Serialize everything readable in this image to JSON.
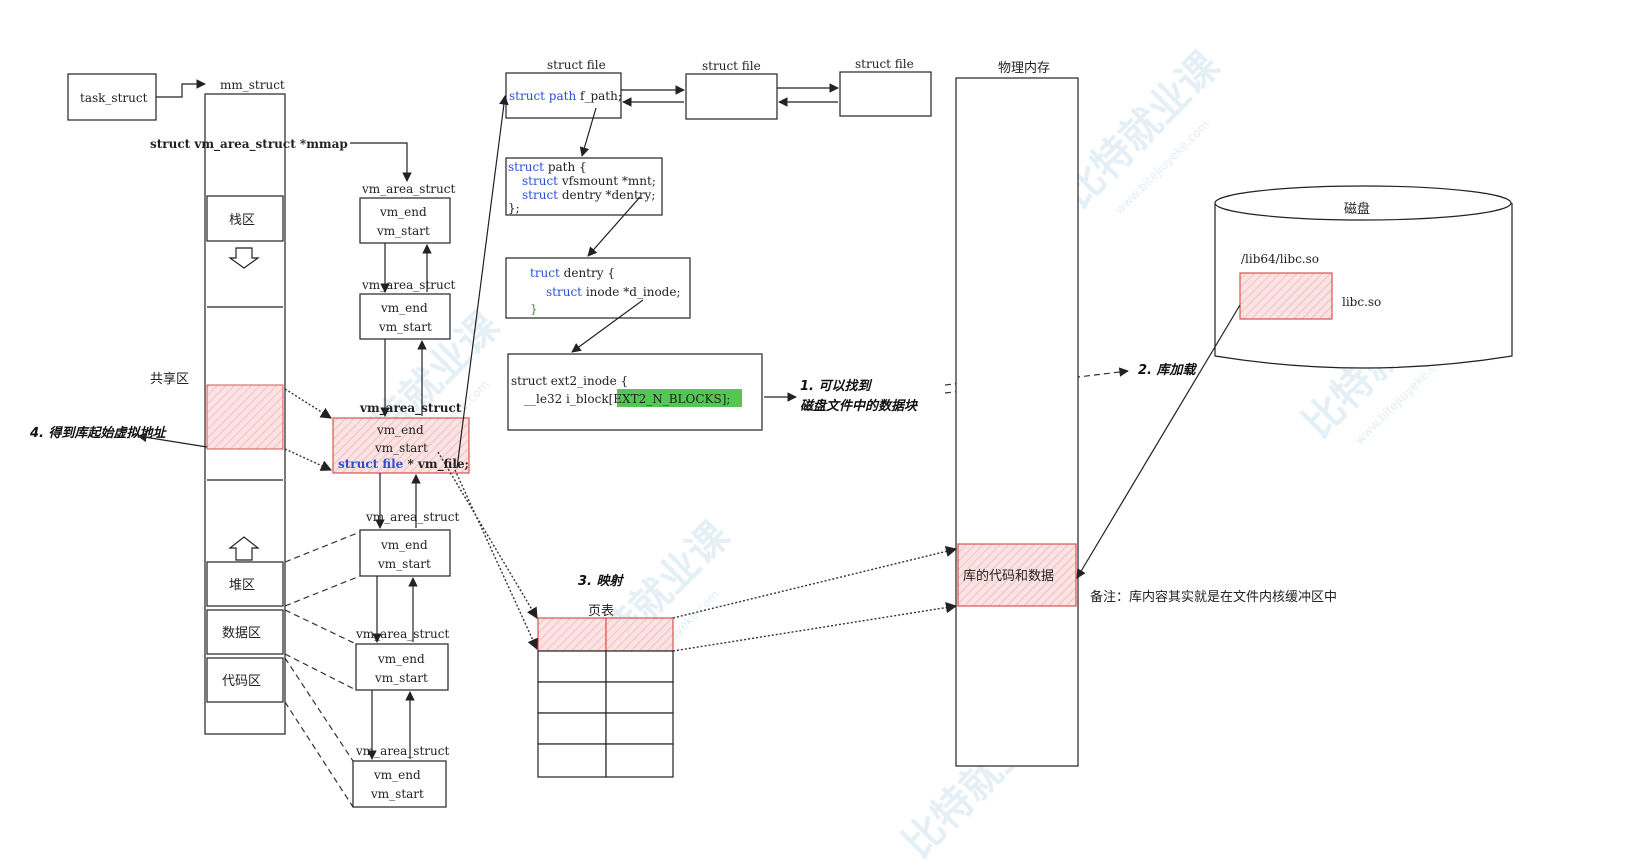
{
  "watermark": {
    "brand": "比特就业课",
    "url": "www.bitejiuyeke.com"
  },
  "colors": {
    "keyword": "#2a4fd4",
    "highlight_fill": "#f7d7d7",
    "highlight_stroke": "#d9534f",
    "green_highlight": "#53c653"
  },
  "task_struct": {
    "label": "task_struct"
  },
  "mm_struct": {
    "title": "mm_struct",
    "mmap_field": "struct vm_area_struct *mmap",
    "regions": {
      "stack": "栈区",
      "shared": "共享区",
      "heap": "堆区",
      "data": "数据区",
      "code": "代码区"
    }
  },
  "vm_areas": [
    {
      "title": "vm_area_struct",
      "end": "vm_end",
      "start": "vm_start"
    },
    {
      "title": "vm_area_struct",
      "end": "vm_end",
      "start": "vm_start"
    },
    {
      "title": "vm_area_struct",
      "end": "vm_end",
      "start": "vm_start",
      "file_kw": "struct file",
      "file_rest": " * vm_file;"
    },
    {
      "title": "vm_area_struct",
      "end": "vm_end",
      "start": "vm_start"
    },
    {
      "title": "vm_area_struct",
      "end": "vm_end",
      "start": "vm_start"
    },
    {
      "title": "vm_area_struct",
      "end": "vm_end",
      "start": "vm_start"
    }
  ],
  "files": {
    "titles": [
      "struct file",
      "struct file",
      "struct file"
    ],
    "f_path_kw": "struct path",
    "f_path_rest": " f_path;"
  },
  "path_struct": {
    "line1_kw": "struct",
    "line1_rest": " path {",
    "line2_kw": "struct",
    "line2_rest": " vfsmount *mnt;",
    "line3_kw": "struct",
    "line3_rest": " dentry *dentry;",
    "line4": "};"
  },
  "dentry_struct": {
    "line1_kw": "truct",
    "line1_rest": " dentry {",
    "line2_kw": "struct",
    "line2_rest": " inode *d_inode;",
    "line3": "}"
  },
  "inode_struct": {
    "line1": "struct ext2_inode {",
    "line2_pre": "__le32  i_block[",
    "line2_hl": "EXT2_N_BLOCKS",
    "line2_post": "];"
  },
  "annotations": {
    "step1_line1": "1. 可以找到",
    "step1_line2": "磁盘文件中的数据块",
    "step2": "2. 库加载",
    "step3": "3. 映射",
    "step4": "4. 得到库起始虚拟地址"
  },
  "page_table": {
    "title": "页表"
  },
  "physical_memory": {
    "title": "物理内存",
    "lib_block": "库的代码和数据"
  },
  "note": "备注：库内容其实就是在文件内核缓冲区中",
  "disk": {
    "title": "磁盘",
    "path": "/lib64/libc.so",
    "file": "libc.so"
  }
}
